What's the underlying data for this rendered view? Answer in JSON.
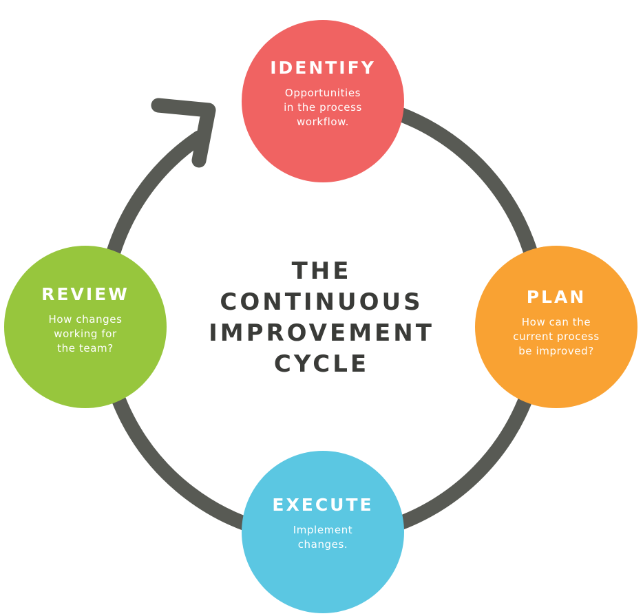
{
  "diagram": {
    "center_title": "THE\nCONTINUOUS\nIMPROVEMENT\nCYCLE",
    "ring_color": "#585a54",
    "stages": {
      "identify": {
        "title": "IDENTIFY",
        "description": "Opportunities\nin the process\nworkflow.",
        "color": "#f06362"
      },
      "plan": {
        "title": "PLAN",
        "description": "How can the\ncurrent process\nbe improved?",
        "color": "#f9a233"
      },
      "execute": {
        "title": "EXECUTE",
        "description": "Implement\nchanges.",
        "color": "#5bc7e2"
      },
      "review": {
        "title": "REVIEW",
        "description": "How changes\nworking for\nthe team?",
        "color": "#97c63d"
      }
    }
  }
}
